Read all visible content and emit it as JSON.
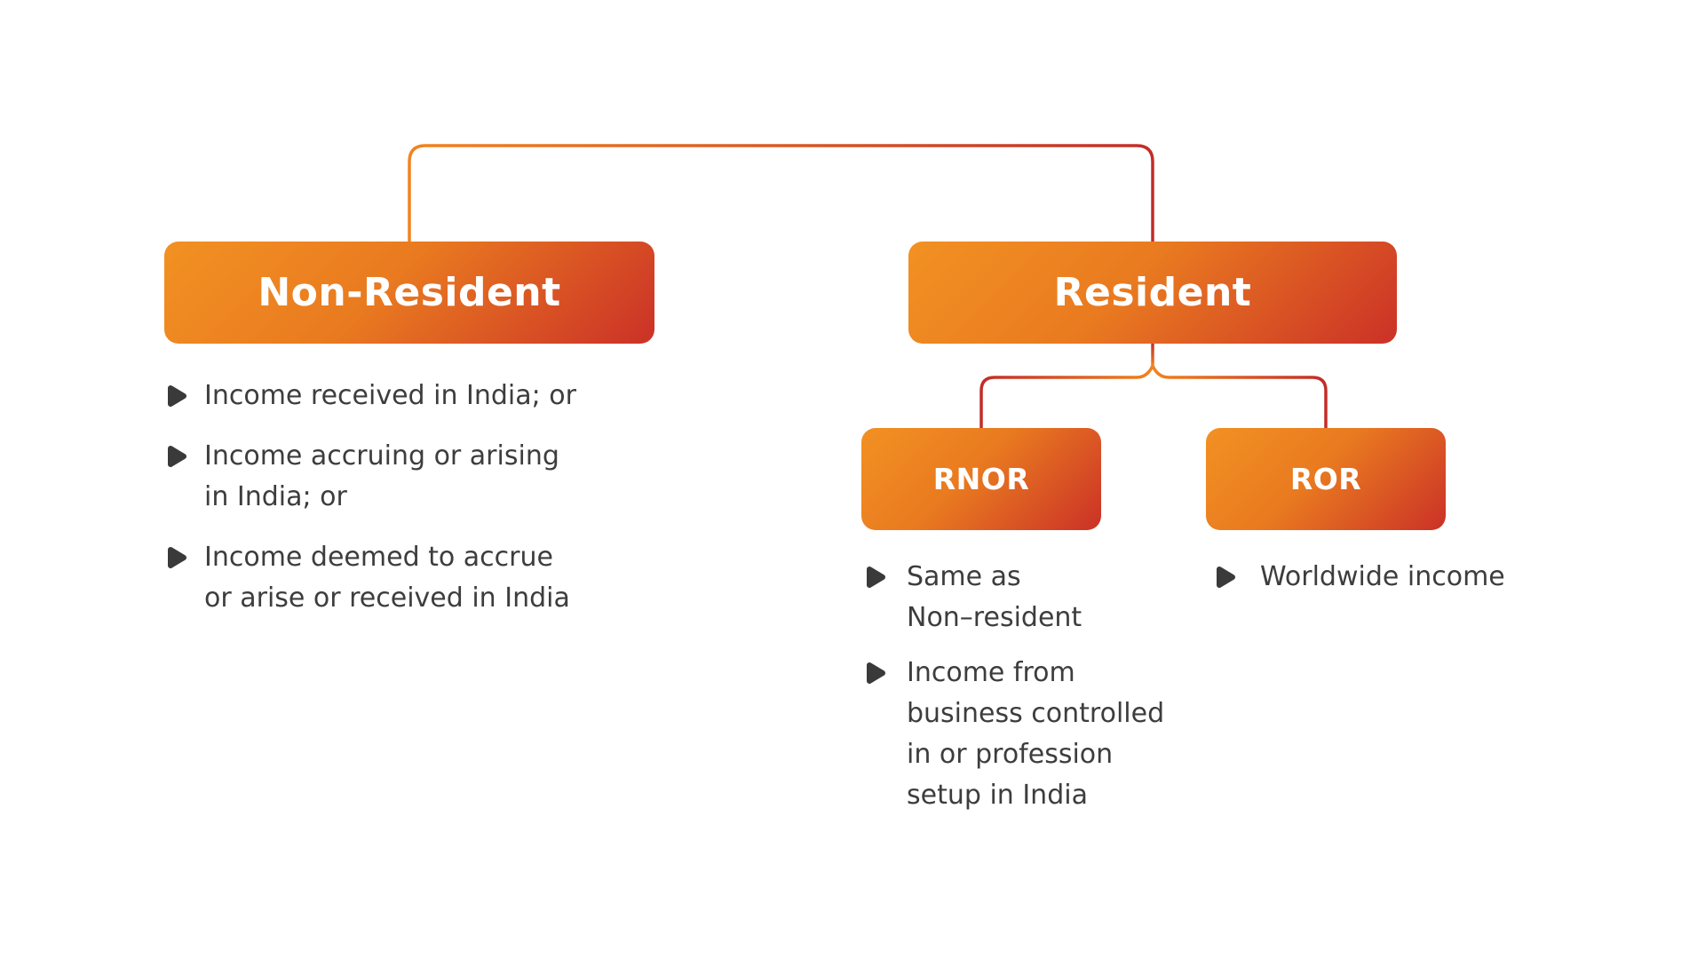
{
  "colors": {
    "background": "#FFFFFF",
    "box_gradient_start": "#F29122",
    "box_gradient_mid": "#E97A20",
    "box_gradient_end": "#CB3127",
    "line_orange": "#F0841F",
    "line_red": "#C22D28",
    "body_text": "#3D3D3D",
    "node_label_text": "#FFFFFF",
    "bullet_icon": "#3A3A3A"
  },
  "nodes": {
    "non_resident": {
      "label": "Non-Resident"
    },
    "resident": {
      "label": "Resident"
    },
    "rnor": {
      "label": "RNOR"
    },
    "ror": {
      "label": "ROR"
    }
  },
  "bullets": {
    "non_resident": [
      "Income received in India; or",
      "Income accruing or arising\nin India; or",
      "Income deemed to accrue\nor arise or received in India"
    ],
    "rnor": [
      "Same as\nNon–resident",
      "Income from\nbusiness controlled\nin or profession\nsetup in India"
    ],
    "ror": [
      "Worldwide income"
    ]
  },
  "icons": {
    "bullet": "triangle-right-icon"
  }
}
